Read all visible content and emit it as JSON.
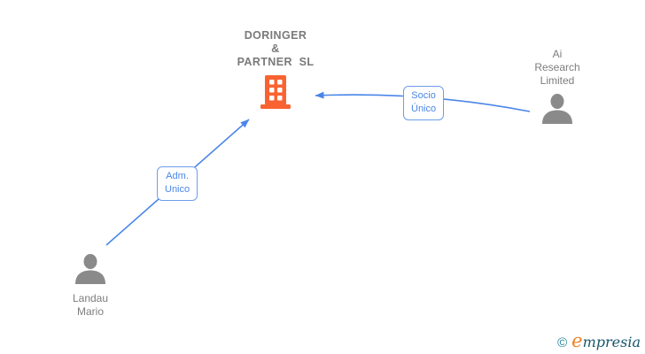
{
  "diagram": {
    "type": "corporate-relationship-graph",
    "nodes": {
      "company": {
        "id": "doringer-partner-sl",
        "kind": "company",
        "lines": [
          "DORINGER",
          "&",
          "PARTNER  SL"
        ],
        "icon": "building-icon"
      },
      "ai_research": {
        "id": "ai-research-limited",
        "kind": "person",
        "lines": [
          "Ai",
          "Research",
          "Limited"
        ],
        "icon": "person-icon"
      },
      "landau": {
        "id": "landau-mario",
        "kind": "person",
        "lines": [
          "Landau",
          "Mario"
        ],
        "icon": "person-icon"
      }
    },
    "edges": {
      "socio": {
        "label_lines": [
          "Socio",
          "Único"
        ],
        "from": "ai-research-limited",
        "to": "doringer-partner-sl",
        "direction": "arrow points at company"
      },
      "adm": {
        "label_lines": [
          "Adm.",
          "Unico"
        ],
        "from": "landau-mario",
        "to": "doringer-partner-sl",
        "direction": "arrow points at company"
      }
    }
  },
  "colors": {
    "edge_blue": "#4a86e8",
    "edge_label_border": "#6d9eeb",
    "edge_label_text": "#4a86e8",
    "node_text_gray": "#7d7d7d",
    "building_orange": "#f96332",
    "person_gray": "#8a8a8a",
    "logo_copyright_teal": "#1b7d98",
    "logo_e_orange": "#f08021",
    "logo_text_teal": "#16566b",
    "background": "#ffffff"
  },
  "footer": {
    "copyright_symbol": "©",
    "brand_first_letter": "e",
    "brand_rest": "mpresia"
  }
}
